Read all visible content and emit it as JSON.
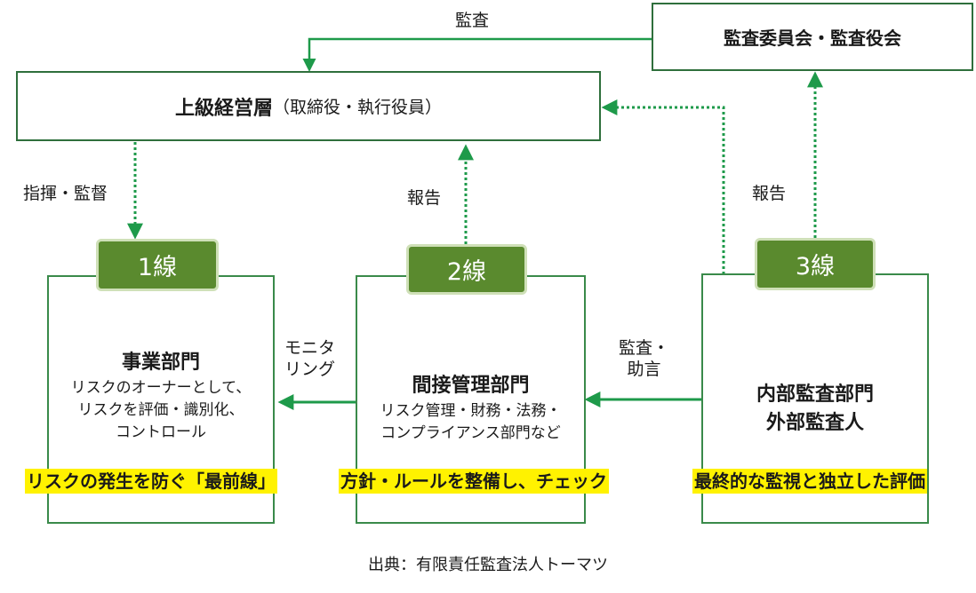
{
  "top_box": {
    "main": "上級経営層",
    "sub": "（取締役・執行役員）"
  },
  "audit_committee": "監査委員会・監査役会",
  "arrows": {
    "audit": "監査",
    "direct_supervise": "指揮・監督",
    "report_left": "報告",
    "report_right": "報告",
    "monitoring": [
      "モニタ",
      "リング"
    ],
    "audit_advice": [
      "監査・",
      "助言"
    ]
  },
  "lines": [
    {
      "tab": "1線",
      "title": "事業部門",
      "desc": [
        "リスクのオーナーとして、",
        "リスクを評価・識別化、",
        "コントロール"
      ],
      "highlight": "リスクの発生を防ぐ「最前線」"
    },
    {
      "tab": "2線",
      "title": "間接管理部門",
      "desc": [
        "リスク管理・財務・法務・",
        "コンプライアンス部門など"
      ],
      "highlight": "方針・ルールを整備し、チェック"
    },
    {
      "tab": "3線",
      "title": [
        "内部監査部門",
        "外部監査人"
      ],
      "desc": [],
      "highlight": "最終的な監視と独立した評価"
    }
  ],
  "source": "出典：有限責任監査法人トーマツ",
  "colors": {
    "border": "#3a8a4a",
    "tab": "#5a8a2e",
    "highlight": "#fff200",
    "arrow": "#1e9a4a"
  }
}
